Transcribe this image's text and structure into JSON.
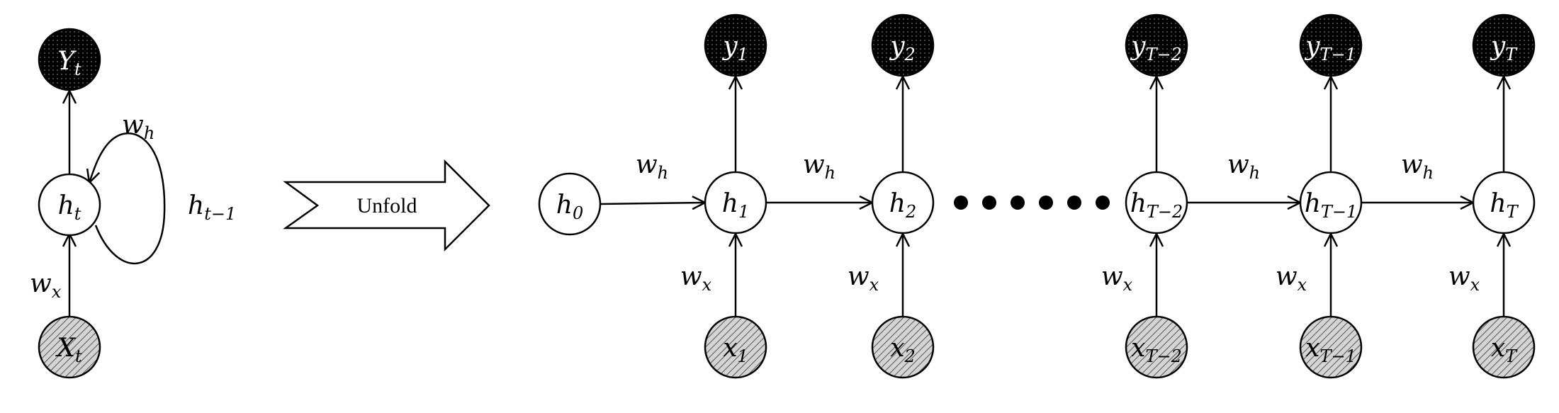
{
  "folded": {
    "output": {
      "base": "Y",
      "sub": "t"
    },
    "hidden": {
      "base": "h",
      "sub": "t"
    },
    "input": {
      "base": "X",
      "sub": "t"
    },
    "recurrent_weight": {
      "base": "w",
      "sub": "h"
    },
    "input_weight": {
      "base": "w",
      "sub": "x"
    },
    "previous_state": {
      "base": "h",
      "sub": "t−1"
    }
  },
  "unfold_arrow": {
    "label": "Unfold"
  },
  "initial_state": {
    "base": "h",
    "sub": "0"
  },
  "weights": {
    "recurrent": {
      "base": "w",
      "sub": "h"
    },
    "input": {
      "base": "w",
      "sub": "x"
    }
  },
  "steps": [
    {
      "output": {
        "base": "y",
        "sub": "1"
      },
      "hidden": {
        "base": "h",
        "sub": "1"
      },
      "input": {
        "base": "x",
        "sub": "1"
      }
    },
    {
      "output": {
        "base": "y",
        "sub": "2"
      },
      "hidden": {
        "base": "h",
        "sub": "2"
      },
      "input": {
        "base": "x",
        "sub": "2"
      }
    },
    {
      "output": {
        "base": "y",
        "sub": "T−2"
      },
      "hidden": {
        "base": "h",
        "sub": "T−2"
      },
      "input": {
        "base": "x",
        "sub": "T−2"
      }
    },
    {
      "output": {
        "base": "y",
        "sub": "T−1"
      },
      "hidden": {
        "base": "h",
        "sub": "T−1"
      },
      "input": {
        "base": "x",
        "sub": "T−1"
      }
    },
    {
      "output": {
        "base": "y",
        "sub": "T"
      },
      "hidden": {
        "base": "h",
        "sub": "T"
      },
      "input": {
        "base": "x",
        "sub": "T"
      }
    }
  ],
  "ellipsis_dot_count": 6,
  "colors": {
    "output_fill": "#000000",
    "input_fill": "#c8c8c8",
    "hidden_fill": "#ffffff",
    "stroke": "#000000"
  }
}
